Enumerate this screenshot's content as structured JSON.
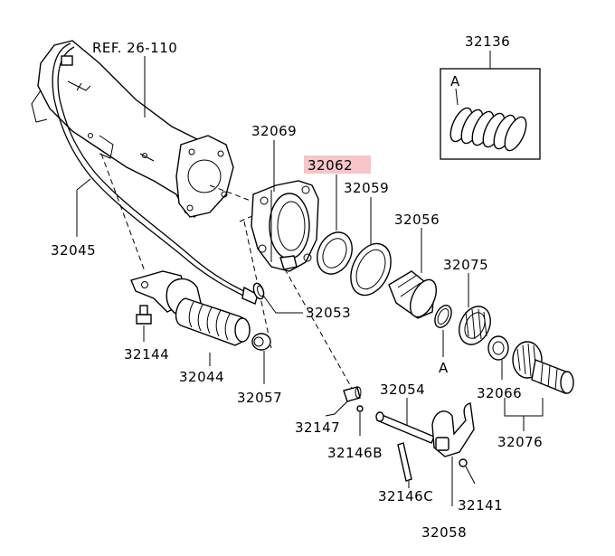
{
  "labels": {
    "ref": "REF. 26-110",
    "p32136": "32136",
    "inset_marker": "A",
    "p32069": "32069",
    "p32062": "32062",
    "p32059": "32059",
    "p32056": "32056",
    "p32075": "32075",
    "p32045": "32045",
    "p32053": "32053",
    "marker_a": "A",
    "p32144": "32144",
    "p32044": "32044",
    "p32066": "32066",
    "p32057": "32057",
    "p32054": "32054",
    "p32147": "32147",
    "p32146B": "32146B",
    "p32076": "32076",
    "p32146C": "32146C",
    "p32141": "32141",
    "p32058": "32058"
  },
  "highlight": {
    "part": "32062",
    "color": "#f6c6c8"
  }
}
